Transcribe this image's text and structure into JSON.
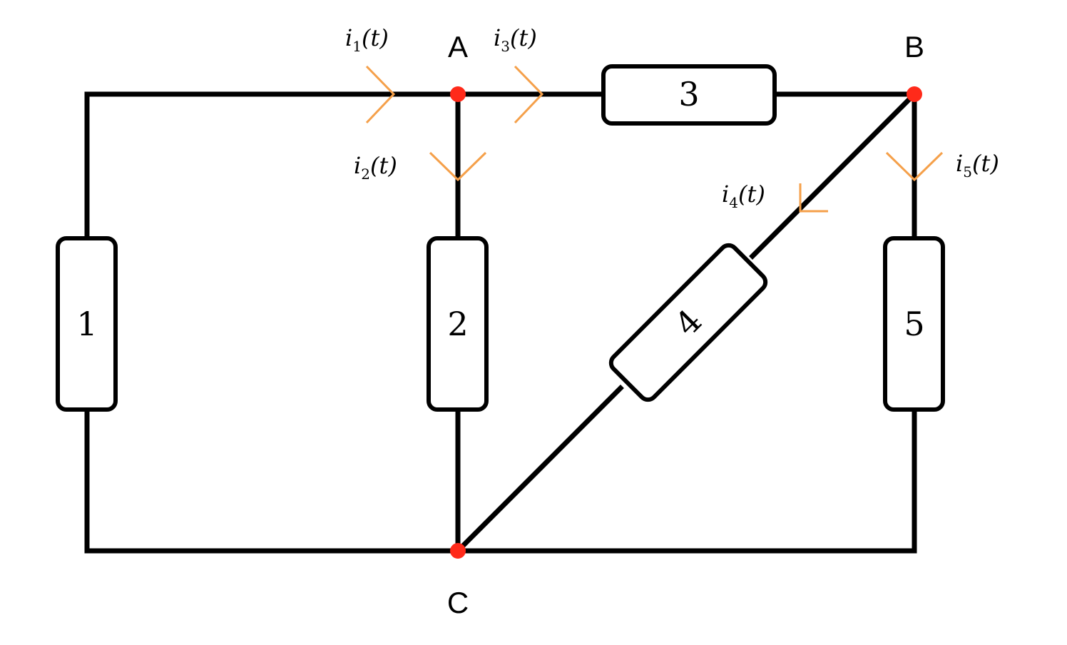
{
  "colors": {
    "wire": "#000000",
    "node": "#ff2a1a",
    "arrow": "#f5a04a"
  },
  "nodes": [
    {
      "id": "A",
      "label": "A"
    },
    {
      "id": "B",
      "label": "B"
    },
    {
      "id": "C",
      "label": "C"
    }
  ],
  "resistors": [
    {
      "id": "1",
      "label": "1"
    },
    {
      "id": "2",
      "label": "2"
    },
    {
      "id": "3",
      "label": "3"
    },
    {
      "id": "4",
      "label": "4"
    },
    {
      "id": "5",
      "label": "5"
    }
  ],
  "currents": [
    {
      "id": "i1",
      "symbol": "i",
      "sub": "1",
      "arg": "(t)"
    },
    {
      "id": "i2",
      "symbol": "i",
      "sub": "2",
      "arg": "(t)"
    },
    {
      "id": "i3",
      "symbol": "i",
      "sub": "3",
      "arg": "(t)"
    },
    {
      "id": "i4",
      "symbol": "i",
      "sub": "4",
      "arg": "(t)"
    },
    {
      "id": "i5",
      "symbol": "i",
      "sub": "5",
      "arg": "(t)"
    }
  ]
}
